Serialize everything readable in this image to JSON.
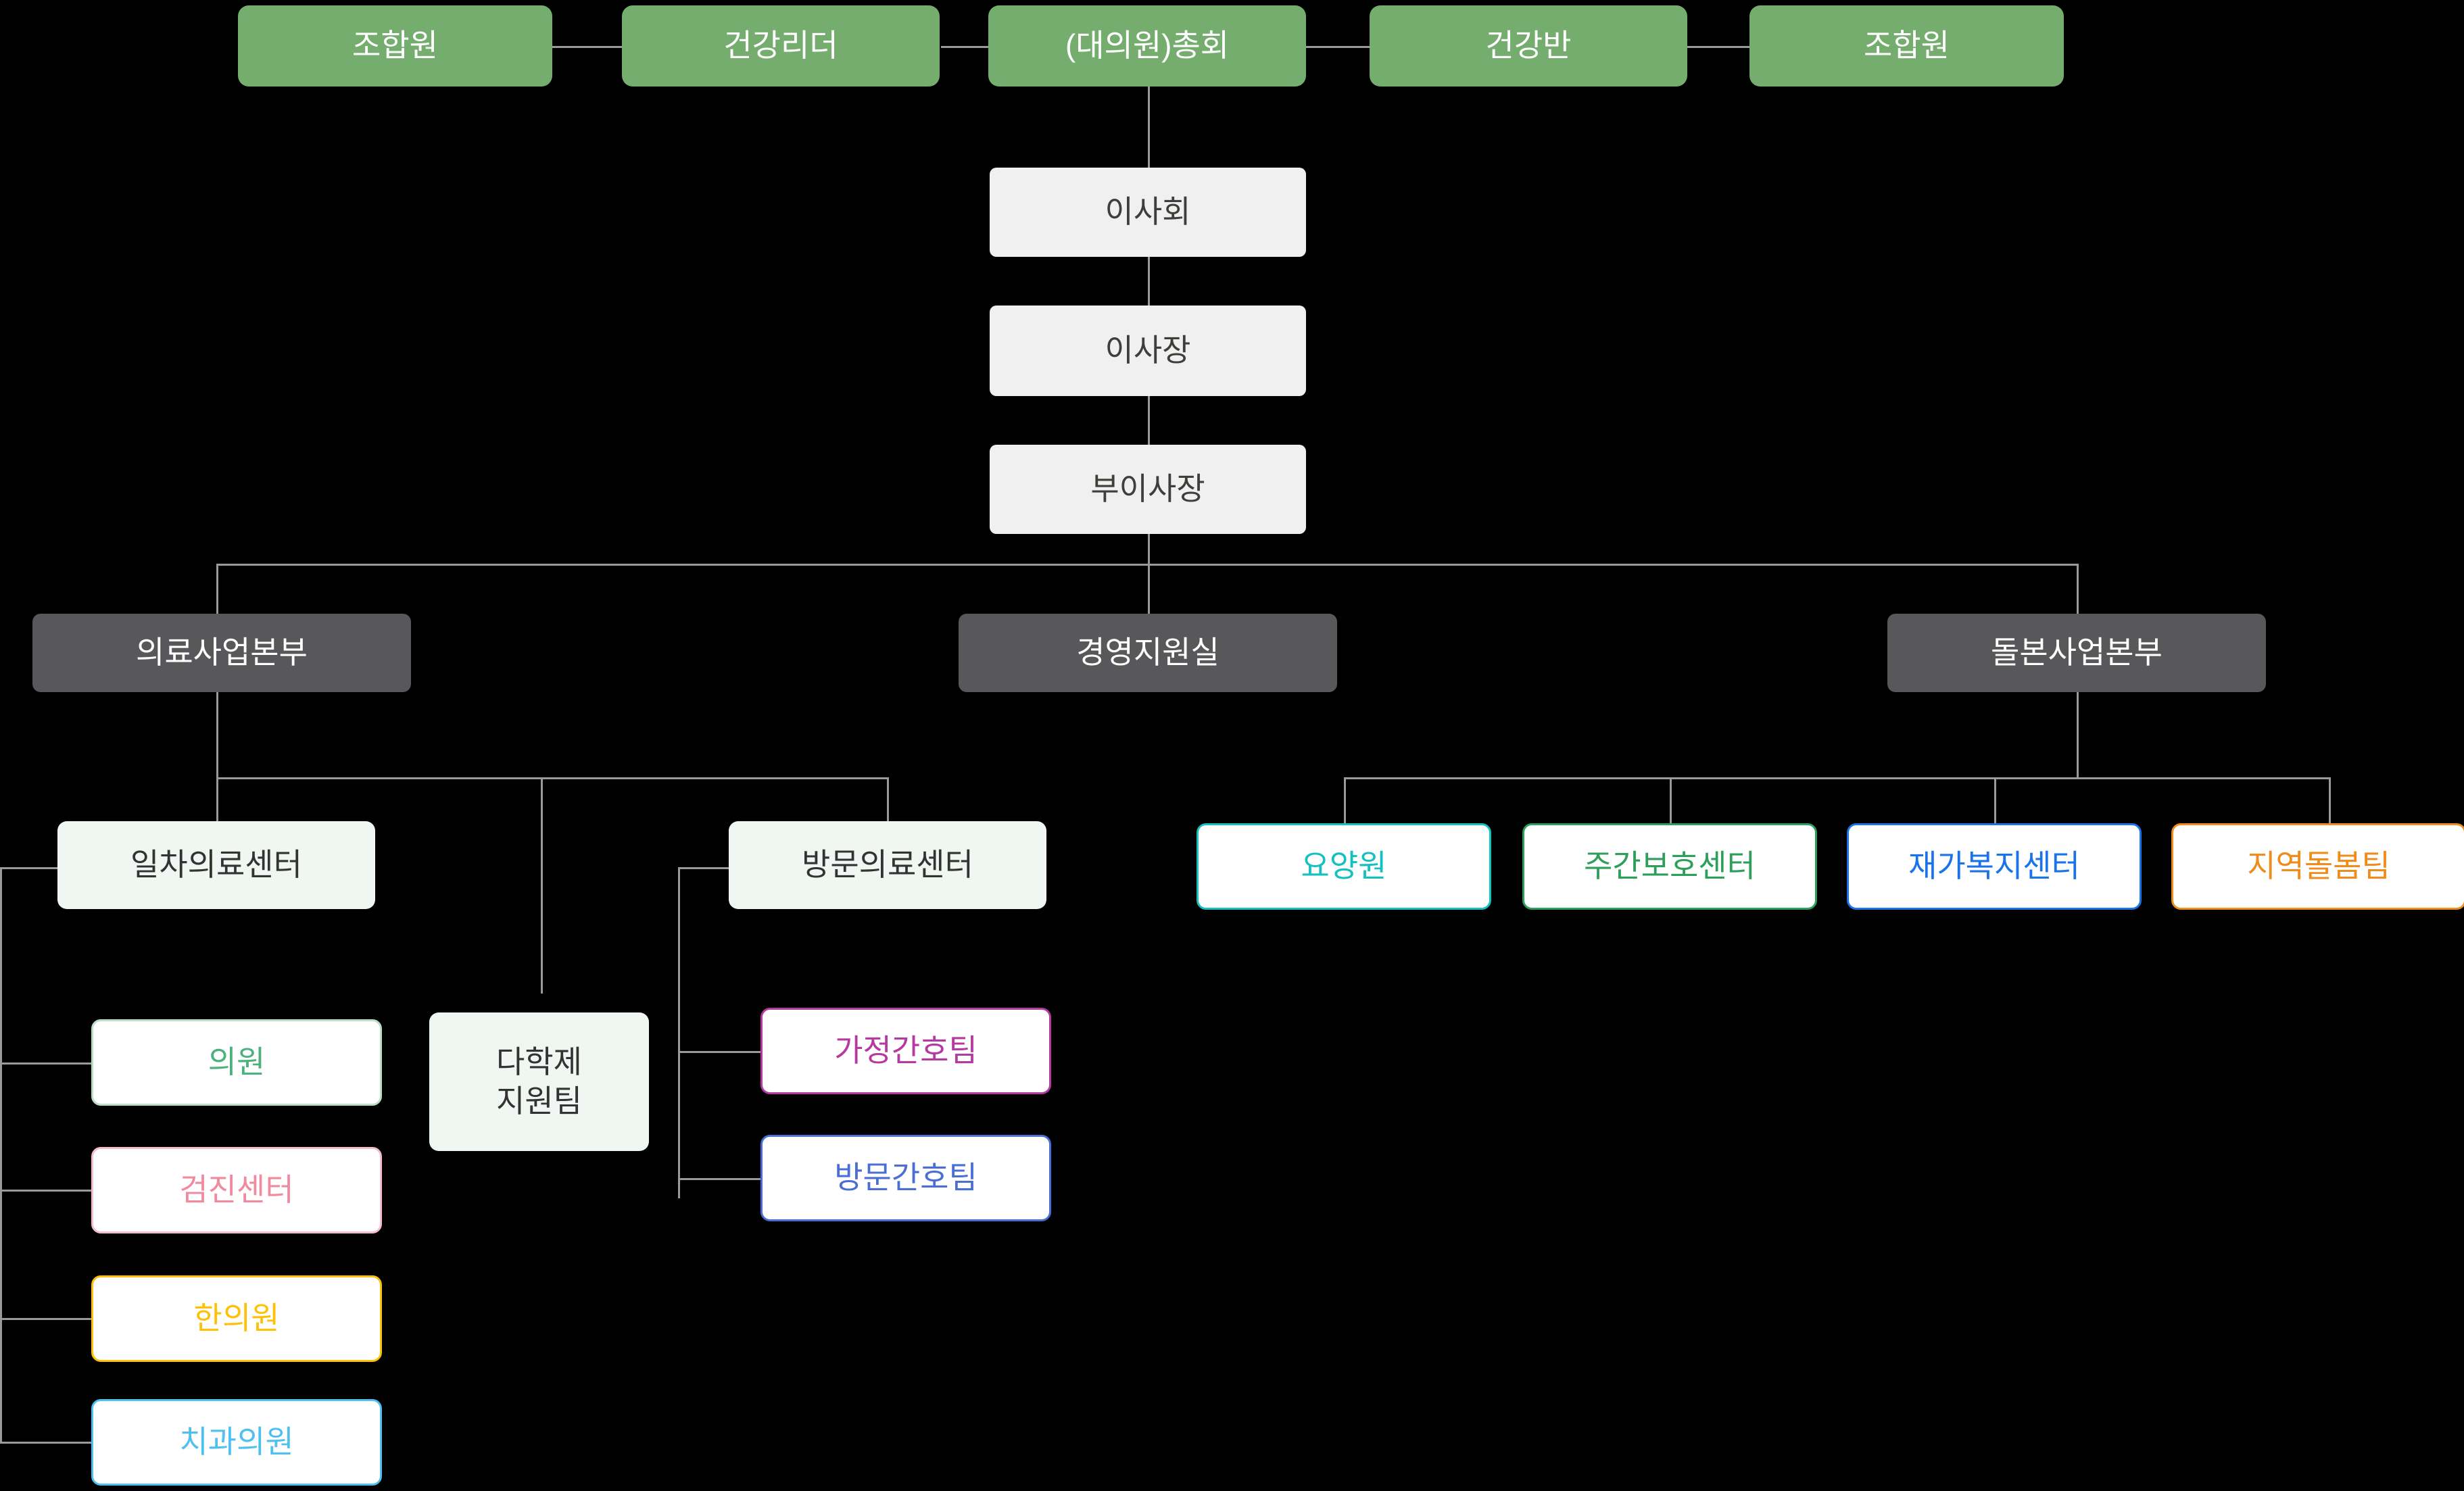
{
  "chart_meta": {
    "type": "org-chart",
    "background": "#000000",
    "connector_color": "#9a9a9a"
  },
  "palette": {
    "green_fill": "#74ad6e",
    "grey_fill": "#f0f0f0",
    "dark_fill": "#58585a",
    "mint_fill": "#f0f6f1",
    "white_fill": "#ffffff",
    "teal": "#16c0c0",
    "green": "#2e9e5b",
    "blue": "#1a73e8",
    "orange": "#ef8c1c",
    "soft_green": "#4cb17d",
    "pink": "#f08a9e",
    "amber": "#ffc107",
    "sky": "#4fc0f0",
    "magenta": "#b5399e",
    "indigo": "#4a6fd4"
  },
  "assembly_row": {
    "items": [
      {
        "label": "조합원"
      },
      {
        "label": "건강리더"
      },
      {
        "label": "(대의원)총회"
      },
      {
        "label": "건강반"
      },
      {
        "label": "조합원"
      }
    ]
  },
  "governance": {
    "items": [
      {
        "label": "이사회"
      },
      {
        "label": "이사장"
      },
      {
        "label": "부이사장"
      }
    ]
  },
  "divisions": {
    "items": [
      {
        "label": "의료사업본부"
      },
      {
        "label": "경영지원실"
      },
      {
        "label": "돌본사업본부"
      }
    ]
  },
  "medical_centers": {
    "primary_care": {
      "label": "일차의료센터"
    },
    "multidisciplinary": {
      "label": "다학제\n지원팀"
    },
    "home_visit": {
      "label": "방문의료센터"
    }
  },
  "primary_care_children": {
    "items": [
      {
        "label": "의원",
        "color": "#4cb17d",
        "border": "#b9ddc6"
      },
      {
        "label": "검진센터",
        "color": "#f08a9e",
        "border": "#f4bdc8"
      },
      {
        "label": "한의원",
        "color": "#ffc107",
        "border": "#ffc107"
      },
      {
        "label": "치과의원",
        "color": "#4fc0f0",
        "border": "#4fc0f0"
      }
    ]
  },
  "home_visit_children": {
    "items": [
      {
        "label": "가정간호팀",
        "color": "#b5399e",
        "border": "#b5399e"
      },
      {
        "label": "방문간호팀",
        "color": "#4a6fd4",
        "border": "#4a6fd4"
      }
    ]
  },
  "care_division_children": {
    "items": [
      {
        "label": "요양원",
        "color": "#16c0c0",
        "border": "#16c0c0"
      },
      {
        "label": "주간보호센터",
        "color": "#2e9e5b",
        "border": "#2e9e5b"
      },
      {
        "label": "재가복지센터",
        "color": "#1a73e8",
        "border": "#1a73e8"
      },
      {
        "label": "지역돌봄팀",
        "color": "#ef8c1c",
        "border": "#ef8c1c"
      }
    ]
  }
}
